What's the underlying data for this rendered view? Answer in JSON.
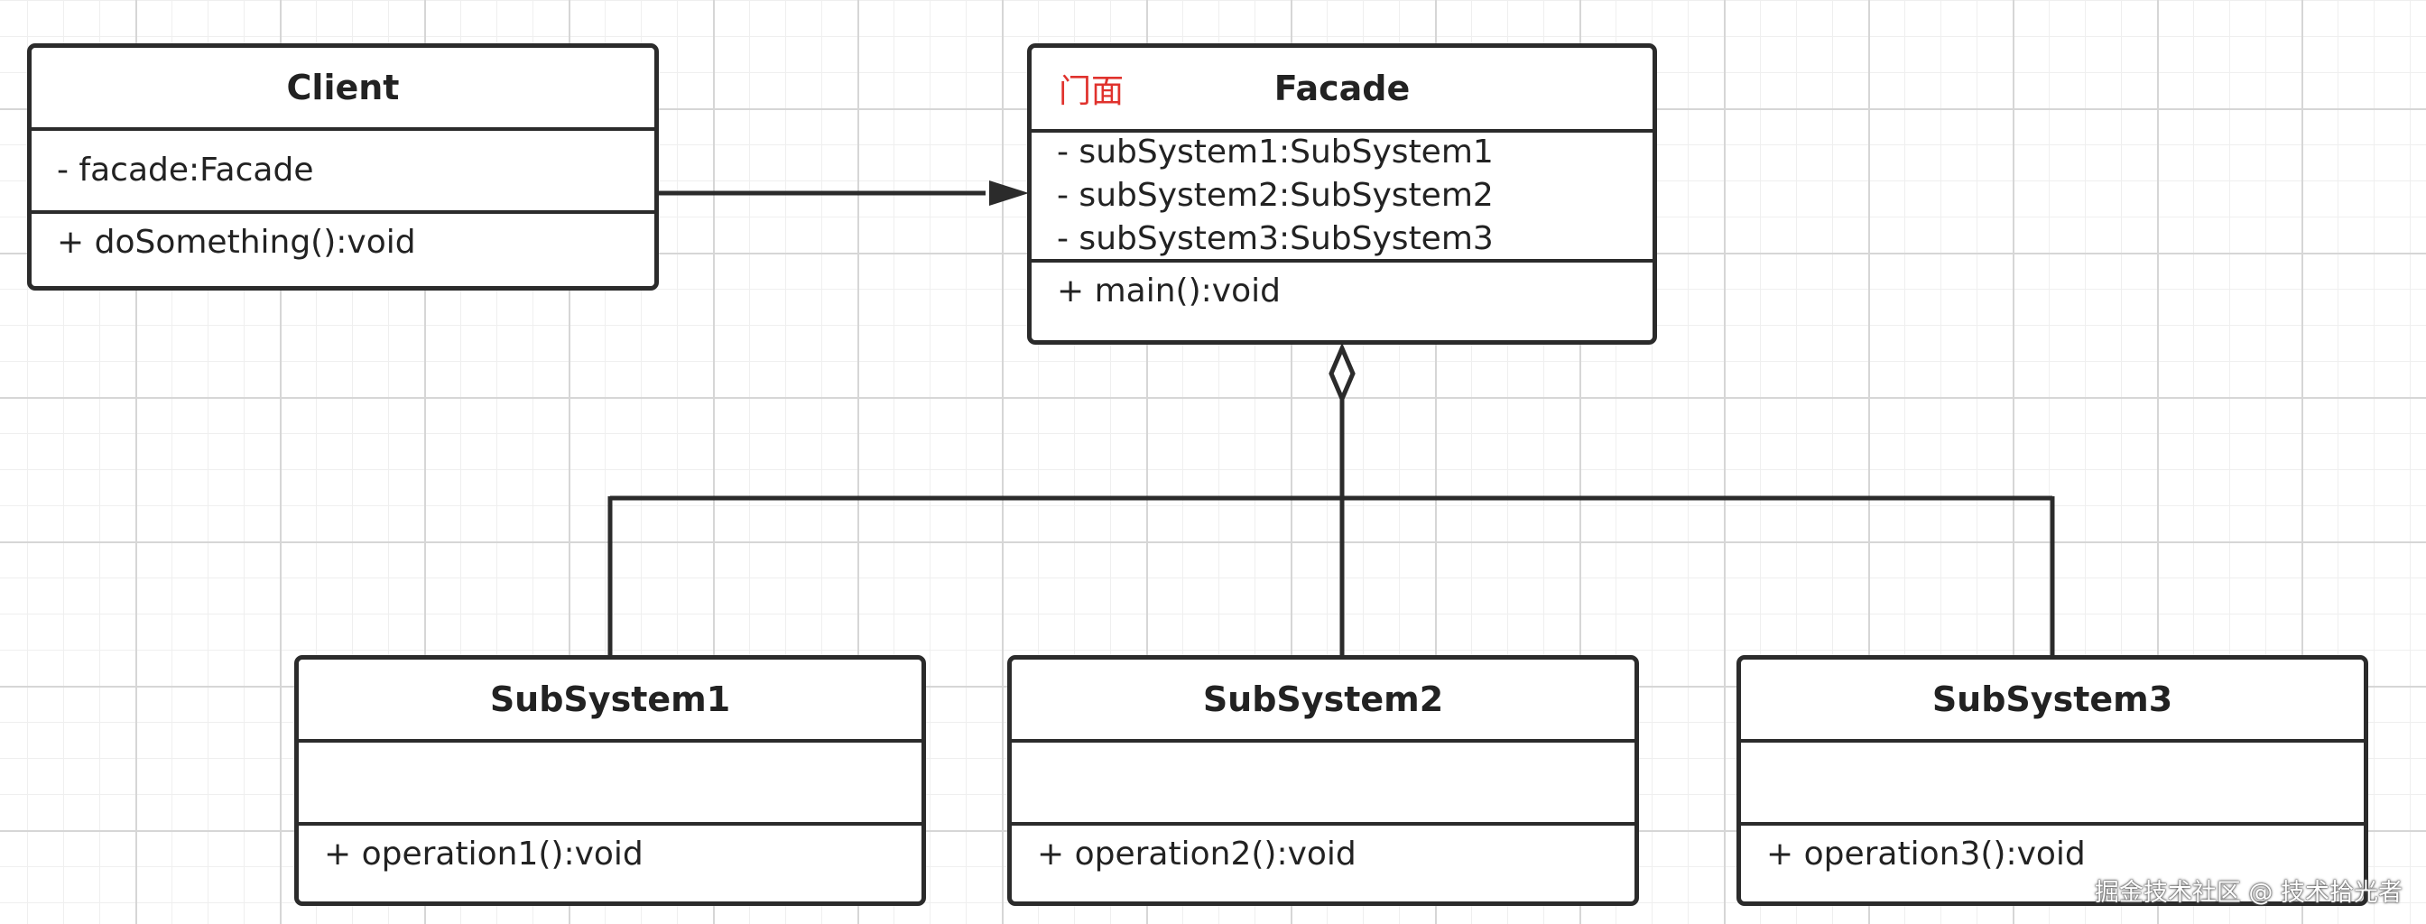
{
  "client": {
    "title": "Client",
    "attributes": [
      "- facade:Facade"
    ],
    "methods": [
      "+ doSomething():void"
    ]
  },
  "facade": {
    "title": "Facade",
    "tag": "门面",
    "attributes": [
      "- subSystem1:SubSystem1",
      "- subSystem2:SubSystem2",
      "- subSystem3:SubSystem3"
    ],
    "methods": [
      "+ main():void"
    ]
  },
  "subsystems": [
    {
      "title": "SubSystem1",
      "methods": [
        "+ operation1():void"
      ]
    },
    {
      "title": "SubSystem2",
      "methods": [
        "+ operation2():void"
      ]
    },
    {
      "title": "SubSystem3",
      "methods": [
        "+ operation3():void"
      ]
    }
  ],
  "relations": [
    {
      "from": "Client",
      "to": "Facade",
      "kind": "association"
    },
    {
      "from": "SubSystem1",
      "to": "Facade",
      "kind": "aggregation"
    },
    {
      "from": "SubSystem2",
      "to": "Facade",
      "kind": "aggregation"
    },
    {
      "from": "SubSystem3",
      "to": "Facade",
      "kind": "aggregation"
    }
  ],
  "watermark": "掘金技术社区 @ 技术拾光者",
  "colors": {
    "line": "#2b2b2b",
    "tag": "#e0322d",
    "grid": "#d6d6d6"
  }
}
